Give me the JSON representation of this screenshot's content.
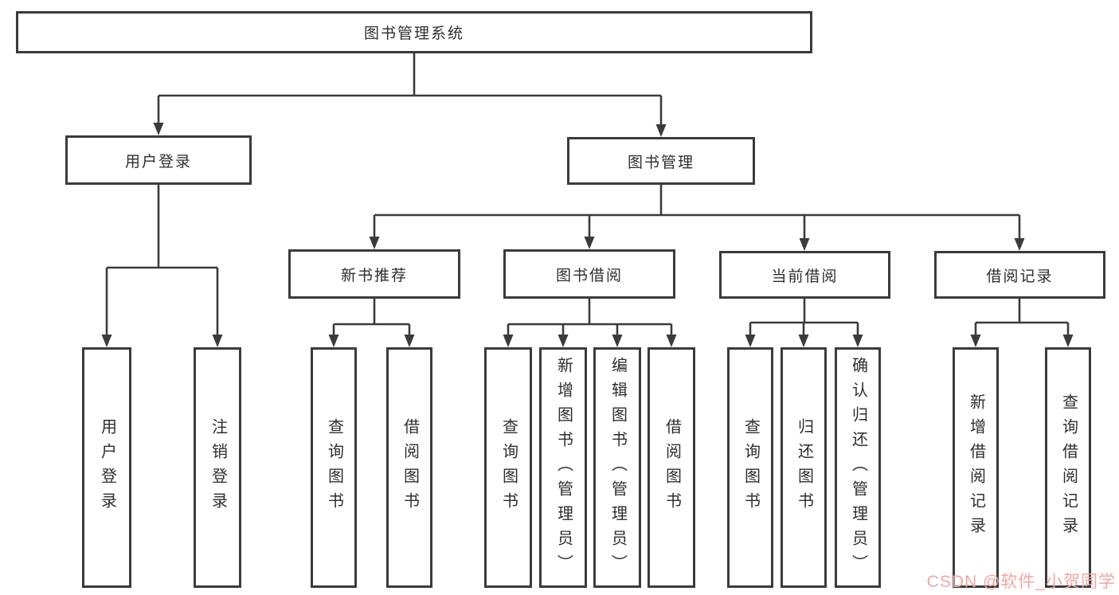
{
  "tree": {
    "root": "图书管理系统",
    "branches": [
      {
        "label": "用户登录",
        "leaves": [
          "用户登录",
          "注销登录"
        ]
      },
      {
        "label": "图书管理",
        "groups": [
          {
            "label": "新书推荐",
            "leaves": [
              "查询图书",
              "借阅图书"
            ]
          },
          {
            "label": "图书借阅",
            "leaves": [
              "查询图书",
              "新增图书（管理员）",
              "编辑图书（管理员）",
              "借阅图书"
            ]
          },
          {
            "label": "当前借阅",
            "leaves": [
              "查询图书",
              "归还图书",
              "确认归还（管理员）"
            ]
          },
          {
            "label": "借阅记录",
            "leaves": [
              "新增借阅记录",
              "查询借阅记录"
            ]
          }
        ]
      }
    ]
  },
  "watermark": "CSDN @软件_小贺同学",
  "colors": {
    "line": "#3b3b3b",
    "box_border": "#3b3b3b",
    "text": "#2e2e2e",
    "watermark": "#f0a6a6"
  }
}
